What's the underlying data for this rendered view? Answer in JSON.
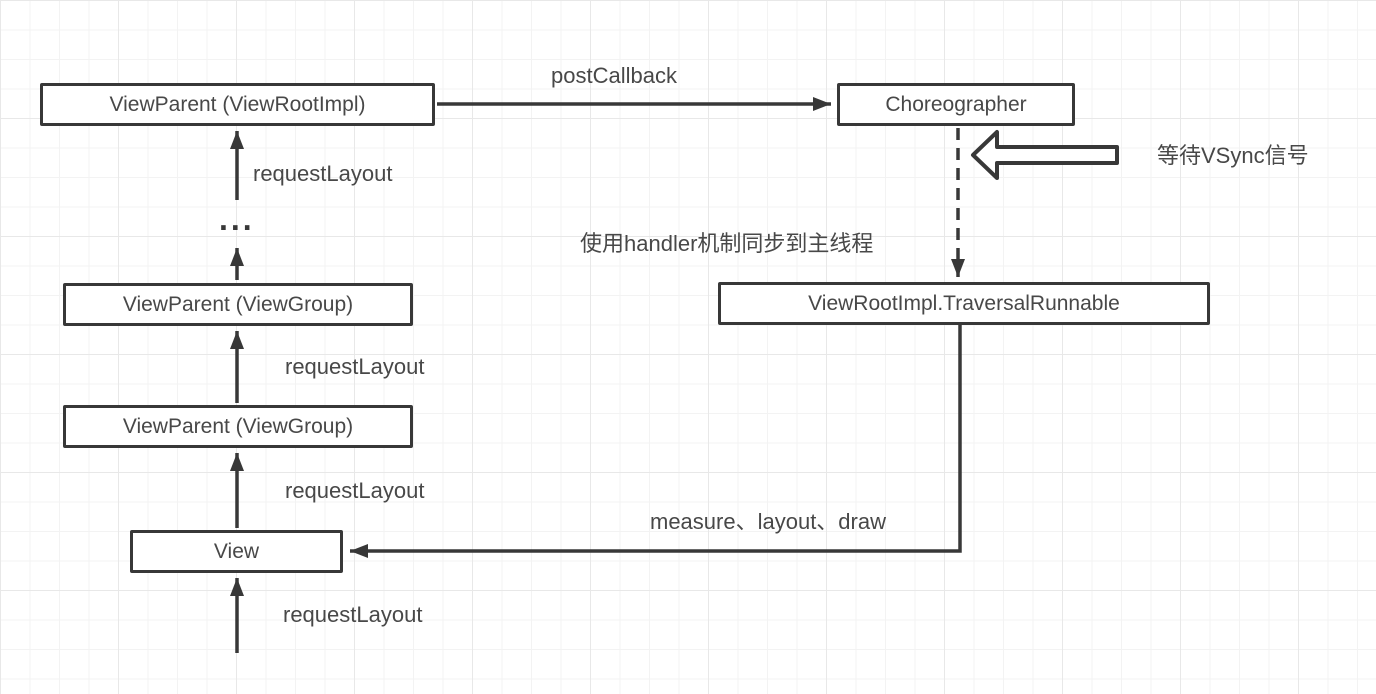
{
  "diagram": {
    "nodes": {
      "view_root": {
        "label": "ViewParent (ViewRootImpl)"
      },
      "choreographer": {
        "label": "Choreographer"
      },
      "traversal_runnable": {
        "label": "ViewRootImpl.TraversalRunnable"
      },
      "view_group_upper": {
        "label": "ViewParent (ViewGroup)"
      },
      "view_group_lower": {
        "label": "ViewParent (ViewGroup)"
      },
      "view": {
        "label": "View"
      },
      "ellipsis": {
        "label": "..."
      }
    },
    "labels": {
      "post_callback": "postCallback",
      "request_layout_to_root": "requestLayout",
      "request_layout_to_group_upper": "requestLayout",
      "request_layout_to_group_lower": "requestLayout",
      "request_layout_to_view": "requestLayout",
      "wait_vsync": "等待VSync信号",
      "handler_sync": "使用handler机制同步到主线程",
      "measure_layout_draw": "measure、layout、draw"
    },
    "colors": {
      "line": "#383838",
      "text": "#484848",
      "node_fill": "#ffffff",
      "background": "#ffffff",
      "grid_minor": "#f3f3f3",
      "grid_major": "#e8e8e8"
    }
  }
}
